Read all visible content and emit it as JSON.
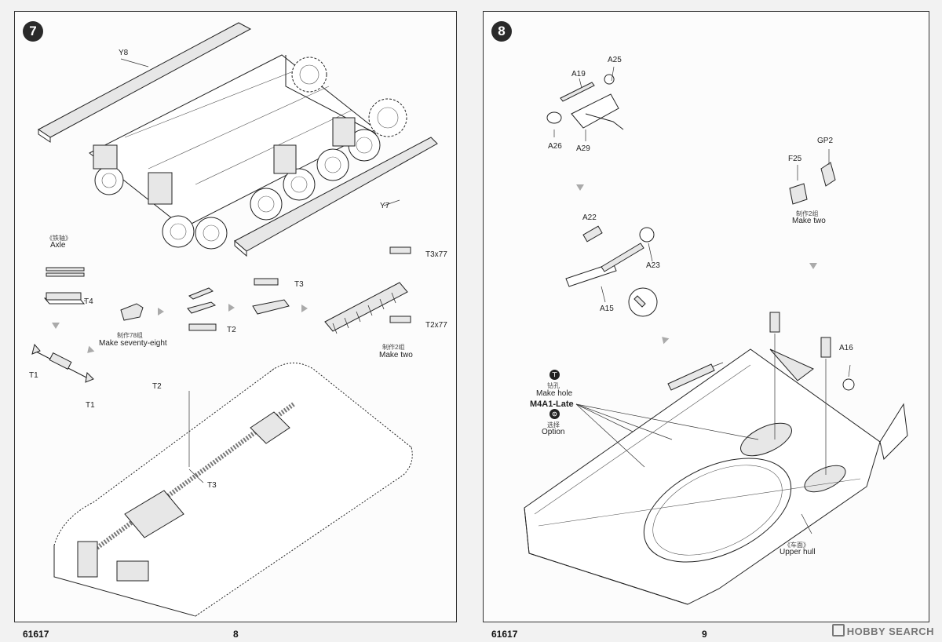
{
  "left_page": {
    "step_number": "7",
    "part_labels": {
      "y8": "Y8",
      "y7": "Y7",
      "t4": "T4",
      "t3_top": "T3",
      "t2_top": "T2",
      "t3x77": "T3x77",
      "t2x77": "T2x77",
      "t1_left": "T1",
      "t1_right": "T1",
      "t2_bottom": "T2",
      "t3_bottom": "T3"
    },
    "axle_cn": "《铁轴》",
    "axle_en": "Axle",
    "make78_cn": "制作78组",
    "make78_en": "Make seventy-eight",
    "maketwo_cn": "制作2组",
    "maketwo_en": "Make two",
    "footer_code": "61617",
    "page_number": "8"
  },
  "right_page": {
    "step_number": "8",
    "part_labels": {
      "a25": "A25",
      "a19": "A19",
      "a26": "A26",
      "a29": "A29",
      "gp2": "GP2",
      "f25": "F25",
      "a22": "A22",
      "a23": "A23",
      "a15": "A15",
      "a16": "A16"
    },
    "maketwo_cn": "制作2组",
    "maketwo_en": "Make two",
    "hole_cn": "钻孔",
    "hole_en": "Make hole",
    "variant": "M4A1-Late",
    "option_cn": "选择",
    "option_en": "Option",
    "hull_cn": "《车面》",
    "hull_en": "Upper hull",
    "footer_code": "61617",
    "page_number": "9"
  },
  "watermark": {
    "brand": "HOBBY SEARCH"
  }
}
